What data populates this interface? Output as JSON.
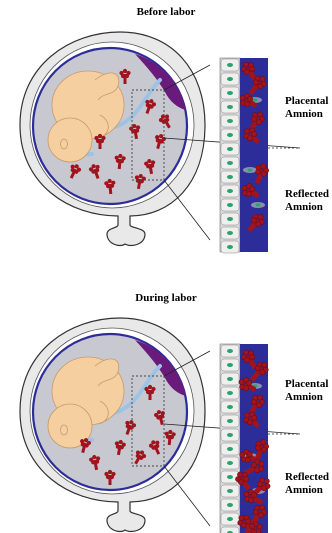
{
  "panels": [
    {
      "title": "Before labor",
      "labels": {
        "placental_line1": "Placental",
        "placental_line2": "Amnion",
        "reflected_line1": "Reflected",
        "reflected_line2": "Amnion"
      },
      "phase": "before"
    },
    {
      "title": "During labor",
      "labels": {
        "placental_line1": "Placental",
        "placental_line2": "Amnion",
        "reflected_line1": "Reflected",
        "reflected_line2": "Amnion"
      },
      "phase": "during"
    }
  ],
  "colors": {
    "uterus_fill": "#e9e9e9",
    "sac_fill": "#c8c8d0",
    "membrane_blue": "#2d2d9a",
    "placenta_purple": "#6a1a7a",
    "fetus_skin": "#f6cfa0",
    "cord_blue": "#9cc3e6",
    "macrophage_red": "#a0141e",
    "nucleus_green": "#2aa36a",
    "epithelium_gray": "#d9d9d9"
  }
}
